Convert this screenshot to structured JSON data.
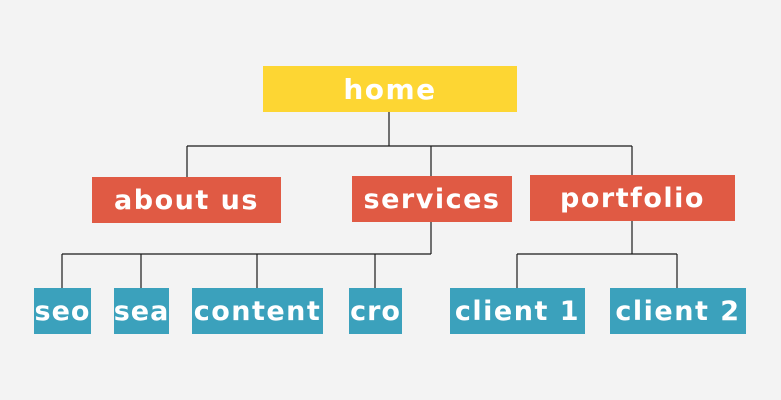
{
  "colors": {
    "background": "#f3f3f3",
    "root": "#fdd633",
    "level1": "#e05a44",
    "level2": "#3ba1bc",
    "connector": "#1a1a1a"
  },
  "tree": {
    "root": {
      "label": "home"
    },
    "level1": [
      {
        "label": "about us"
      },
      {
        "label": "services"
      },
      {
        "label": "portfolio"
      }
    ],
    "level2": [
      {
        "label": "seo",
        "parent": "services"
      },
      {
        "label": "sea",
        "parent": "services"
      },
      {
        "label": "content",
        "parent": "services"
      },
      {
        "label": "cro",
        "parent": "services"
      },
      {
        "label": "client 1",
        "parent": "portfolio"
      },
      {
        "label": "client 2",
        "parent": "portfolio"
      }
    ]
  }
}
